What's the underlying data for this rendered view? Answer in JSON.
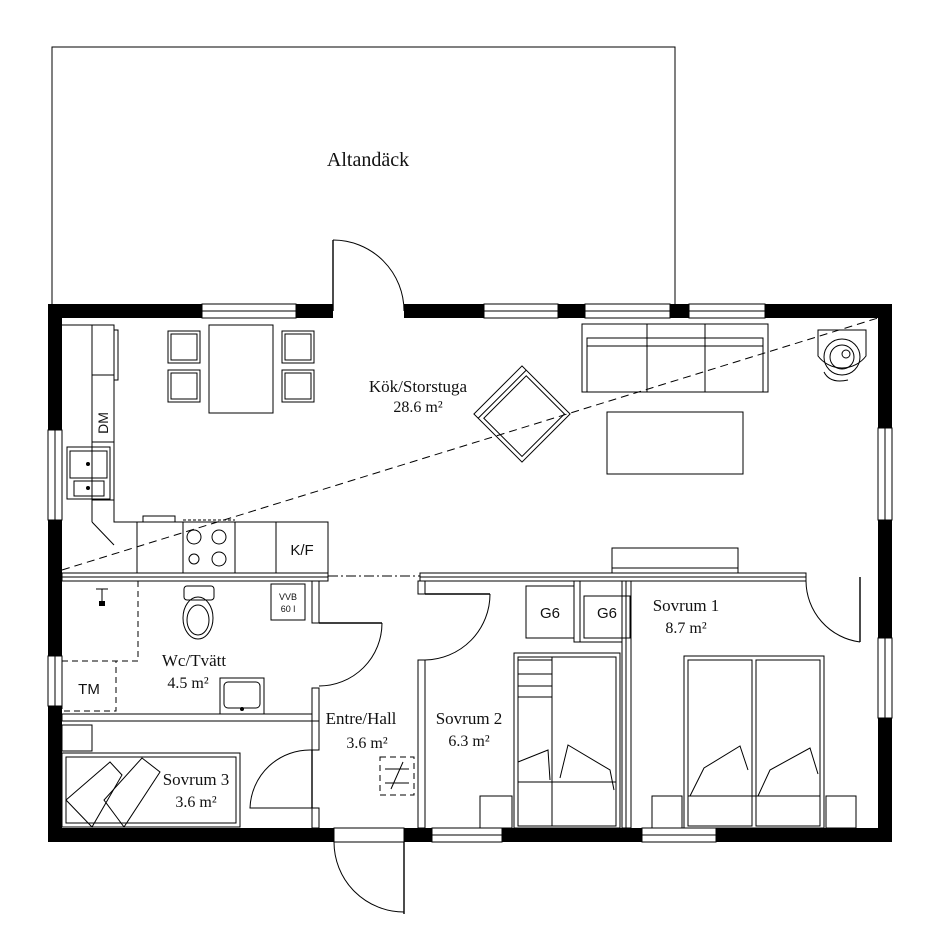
{
  "rooms": {
    "altandack": {
      "name": "Altandäck"
    },
    "kok": {
      "name": "Kök/Storstuga",
      "area": "28.6 m²"
    },
    "sovrum1": {
      "name": "Sovrum 1",
      "area": "8.7 m²"
    },
    "sovrum2": {
      "name": "Sovrum 2",
      "area": "6.3 m²"
    },
    "sovrum3": {
      "name": "Sovrum 3",
      "area": "3.6 m²"
    },
    "wc": {
      "name": "Wc/Tvätt",
      "area": "4.5 m²"
    },
    "entre": {
      "name": "Entre/Hall",
      "area": "3.6 m²"
    }
  },
  "fixtures": {
    "dm": "DM",
    "kf": "K/F",
    "tm": "TM",
    "g6_a": "G6",
    "g6_b": "G6",
    "vvb_line1": "VVB",
    "vvb_line2": "60 l"
  },
  "colors": {
    "wall": "#000000",
    "background": "#ffffff"
  }
}
